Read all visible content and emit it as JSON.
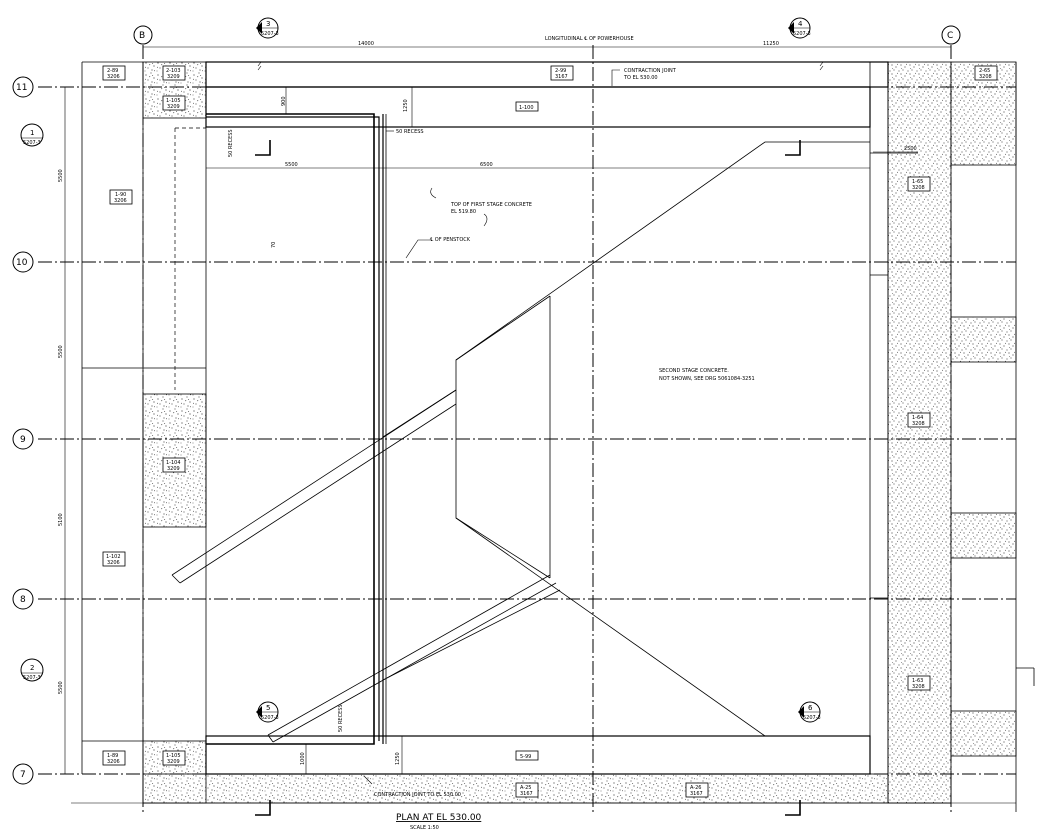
{
  "title": "PLAN AT EL 530.00",
  "scale": "SCALE 1:50",
  "grid_columns": [
    {
      "id": "col-b",
      "label": "B"
    },
    {
      "id": "col-c",
      "label": "C"
    }
  ],
  "grid_rows": [
    {
      "id": "row-11",
      "label": "11"
    },
    {
      "id": "row-10",
      "label": "10"
    },
    {
      "id": "row-9",
      "label": "9"
    },
    {
      "id": "row-8",
      "label": "8"
    },
    {
      "id": "row-7",
      "label": "7"
    }
  ],
  "section_markers": [
    {
      "num": "3",
      "ref": "5207-3"
    },
    {
      "num": "4",
      "ref": "5207-3"
    },
    {
      "num": "5",
      "ref": "5207-3"
    },
    {
      "num": "6",
      "ref": "5207-3"
    },
    {
      "num": "1",
      "ref": "5207-3"
    },
    {
      "num": "2",
      "ref": "5207-3"
    }
  ],
  "dimensions": {
    "top_left": "14000",
    "top_right": "11250",
    "bay_1": "5500",
    "bay_2": "5500",
    "bay_3": "5100",
    "bay_4": "5500",
    "inner_1": "5500",
    "inner_2": "6500",
    "d900": "900",
    "d1250a": "1250",
    "d1000": "1000",
    "d1250b": "1250",
    "d2500": "2500",
    "d70": "70"
  },
  "notes": {
    "longitudinal": "LONGITUDINAL ℄ OF POWERHOUSE",
    "cj_top_1": "CONTRACTION JOINT",
    "cj_top_2": "TO EL 530.00",
    "cj_bottom": "CONTRACTION JOINT TO EL 530.00",
    "recess_1": "50 RECESS",
    "recess_2": "50 RECESS",
    "recess_3": "50 RECESS",
    "first_stage_1": "TOP OF FIRST STAGE CONCRETE",
    "first_stage_2": "EL 519.80",
    "penstock": "℄ OF PENSTOCK",
    "second_stage_1": "SECOND STAGE CONCRETE.",
    "second_stage_2": "NOT SHOWN, SEE DRG 5061084-3251"
  },
  "tags": [
    {
      "top": "2-89",
      "bottom": "3206"
    },
    {
      "top": "2-103",
      "bottom": "3209"
    },
    {
      "top": "1-105",
      "bottom": "3209"
    },
    {
      "top": "2-99",
      "bottom": "3167"
    },
    {
      "top": "1-100",
      "bottom": ""
    },
    {
      "top": "1-90",
      "bottom": "3206"
    },
    {
      "top": "1-104",
      "bottom": "3209"
    },
    {
      "top": "1-102",
      "bottom": "3206"
    },
    {
      "top": "1-89",
      "bottom": "3206"
    },
    {
      "top": "1-105",
      "bottom": "3209"
    },
    {
      "top": "5-99",
      "bottom": ""
    },
    {
      "top": "A-25",
      "bottom": "3167"
    },
    {
      "top": "A-26",
      "bottom": "3167"
    },
    {
      "top": "1-65",
      "bottom": "3208"
    },
    {
      "top": "1-64",
      "bottom": "3208"
    },
    {
      "top": "1-63",
      "bottom": "3208"
    },
    {
      "top": "2-65",
      "bottom": "3208"
    }
  ]
}
